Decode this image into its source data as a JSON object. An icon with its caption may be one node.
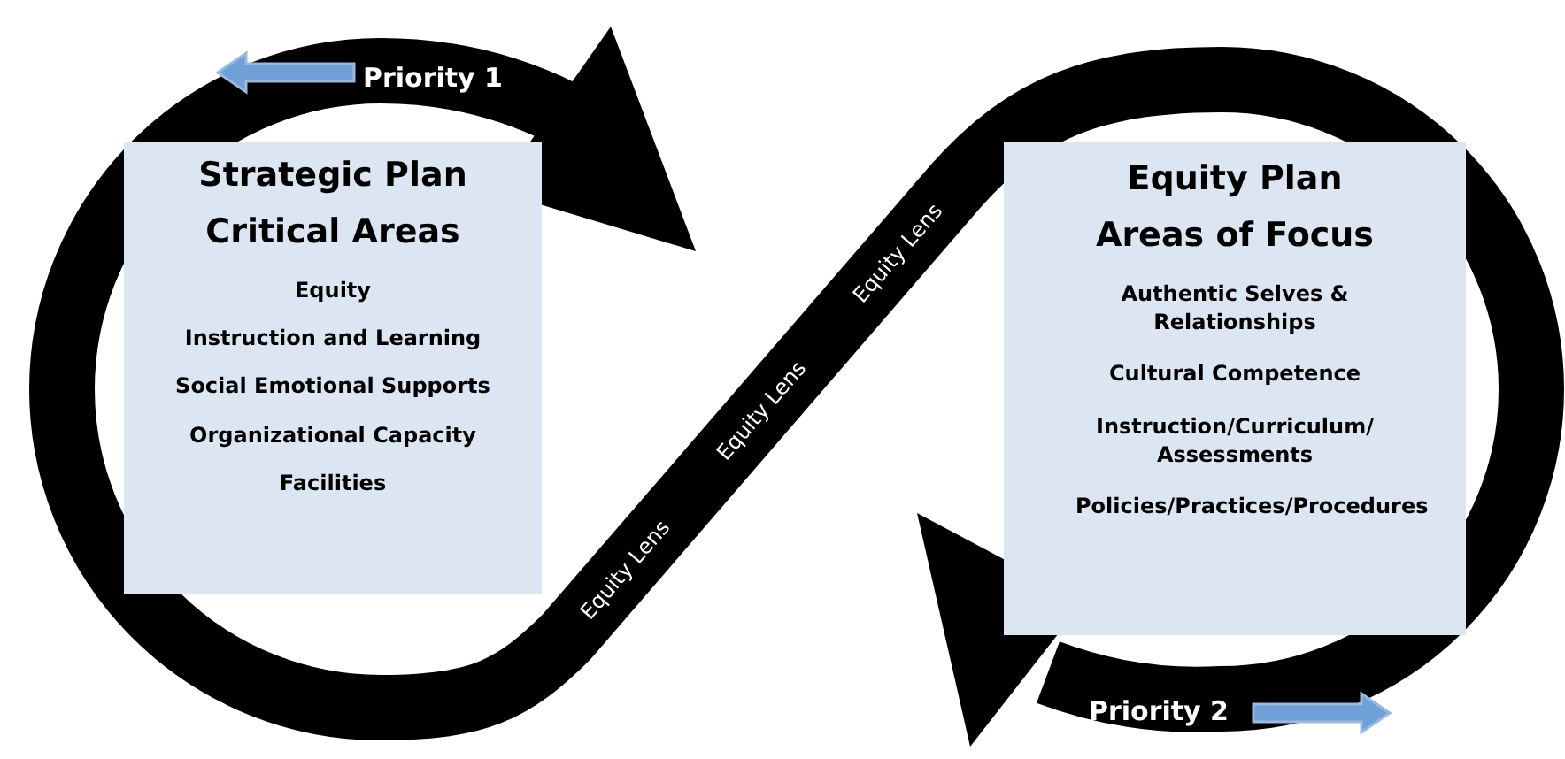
{
  "diagram": {
    "nodes": [
      {
        "text": [
          "Strategic Plan",
          "Critical Areas",
          "Equity",
          "Instruction and Learning",
          "Social Emotional Supports",
          "Organizational Capacity",
          "Facilities"
        ]
      },
      {
        "text": [
          "Equity Plan",
          "Areas of Focus",
          "Authentic Selves & Relationships",
          "Cultural Competence",
          "Instruction/Curriculum/ Assessments",
          "Policies/Practices/Procedures"
        ]
      }
    ],
    "labels": [
      "Priority 1",
      "Equity Lens",
      "Equity Lens",
      "Equity Lens",
      "Priority 2"
    ]
  }
}
